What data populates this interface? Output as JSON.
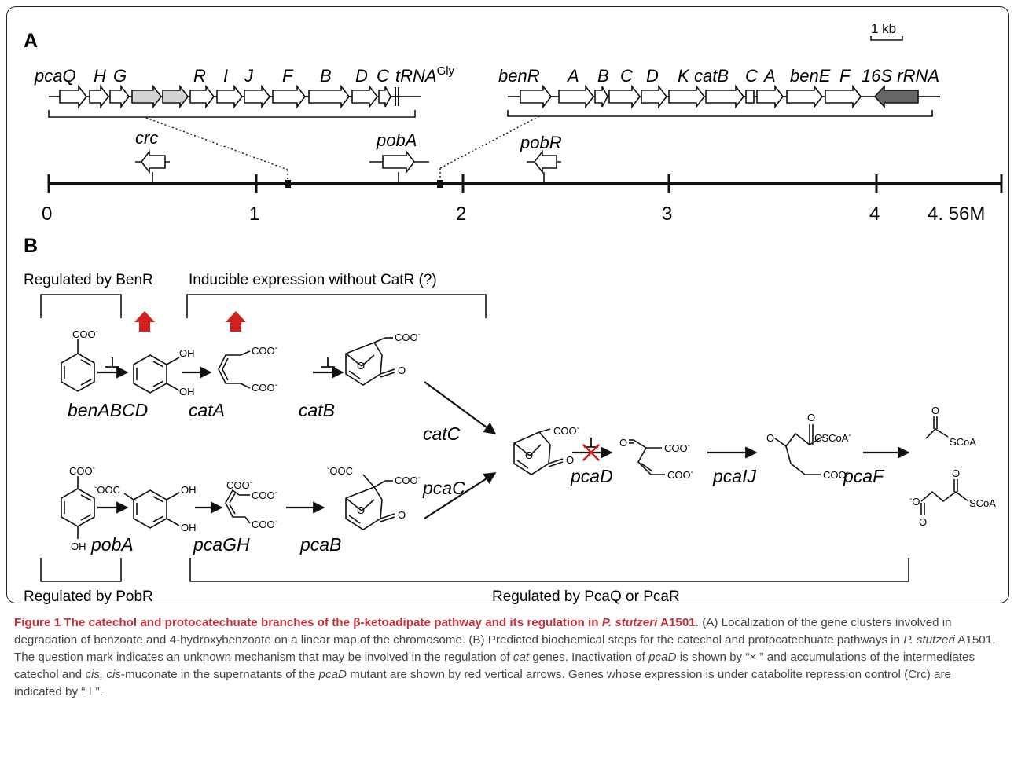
{
  "panelA": {
    "label": "A",
    "scalebar": "1 kb",
    "left_cluster_genes": [
      "pcaQ",
      "H",
      "G",
      "R",
      "I",
      "J",
      "F",
      "B",
      "D",
      "C",
      "tRNA"
    ],
    "trna_superscript": "Gly",
    "right_cluster_genes": [
      "benR",
      "A",
      "B",
      "C",
      "D",
      "K",
      "catB",
      "C",
      "A",
      "benE",
      "F",
      "16S rRNA"
    ],
    "single_genes": [
      "crc",
      "pobA",
      "pobR"
    ],
    "map_ticks": [
      "0",
      "1",
      "2",
      "3",
      "4",
      "4. 56M"
    ]
  },
  "panelB": {
    "label": "B",
    "bracket_labels": {
      "benR": "Regulated by BenR",
      "inducible": "Inducible expression  without CatR (?)",
      "pobR": "Regulated by PobR",
      "pca": "Regulated by PcaQ  or PcaR"
    },
    "enzymes": [
      "benABCD",
      "catA",
      "catB",
      "catC",
      "pcaD",
      "pcaIJ",
      "pcaF",
      "pobA",
      "pcaGH",
      "pcaB",
      "pcaC"
    ],
    "chem": {
      "coo": "COO",
      "ooc": "OOC",
      "oh": "OH",
      "o": "O",
      "minus": "-",
      "cscoa": "CSCoA",
      "scoa": "SCoA"
    }
  },
  "caption": {
    "title_parts": [
      "Figure 1 The catechol and protocatechuate branches of the ",
      "β",
      "-ketoadipate pathway and its regulation in ",
      "P. stutzeri",
      " A1501",
      ". "
    ],
    "s1": "(A) Localization of the gene clusters involved in degradation of benzoate and 4-hydroxybenzoate on a linear map of the chromosome. (B) Predicted biochemical steps for the catechol and protocatechuate pathways in ",
    "s1_it": "P. stutzeri",
    "s1_end": " A1501. The question mark indicates an unknown mechanism that may be involved in the regulation of ",
    "cat": "cat",
    "s2": " genes. Inactivation of ",
    "pcaD1": "pcaD",
    "s3": " is shown by “× ” and accumulations of the intermediates catechol and ",
    "cis": "cis, cis",
    "s4": "-muconate in the supernatants of the ",
    "pcaD2": "pcaD",
    "s5": " mutant are shown by red vertical arrows. Genes whose expression is under catabolite repression control (Crc) are indicated by “⊥”."
  }
}
